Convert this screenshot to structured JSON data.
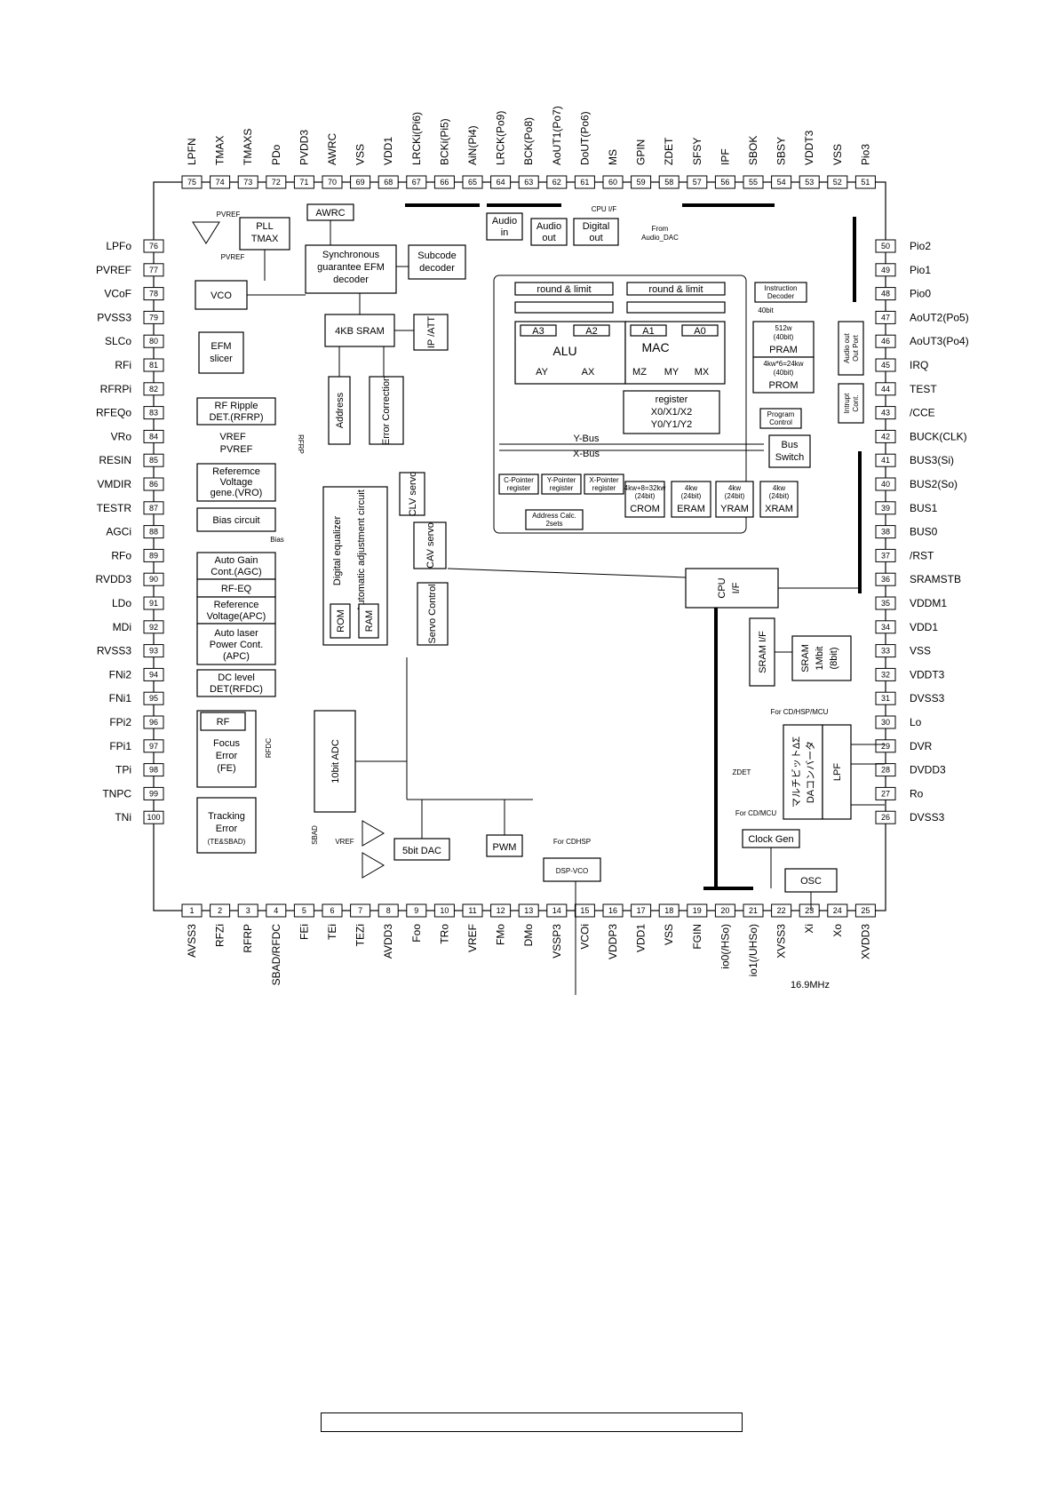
{
  "pins_top": [
    {
      "n": "75",
      "label": "LPFN"
    },
    {
      "n": "74",
      "label": "TMAX"
    },
    {
      "n": "73",
      "label": "TMAXS"
    },
    {
      "n": "72",
      "label": "PDo"
    },
    {
      "n": "71",
      "label": "PVDD3"
    },
    {
      "n": "70",
      "label": "AWRC"
    },
    {
      "n": "69",
      "label": "VSS"
    },
    {
      "n": "68",
      "label": "VDD1"
    },
    {
      "n": "67",
      "label": "LRCKi(Pi6)"
    },
    {
      "n": "66",
      "label": "BCKi(Pi5)"
    },
    {
      "n": "65",
      "label": "AiN(Pi4)"
    },
    {
      "n": "64",
      "label": "LRCK(Po9)"
    },
    {
      "n": "63",
      "label": "BCK(Po8)"
    },
    {
      "n": "62",
      "label": "AoUT1(Po7)"
    },
    {
      "n": "61",
      "label": "DoUT(Po6)"
    },
    {
      "n": "60",
      "label": "MS"
    },
    {
      "n": "59",
      "label": "GPIN"
    },
    {
      "n": "58",
      "label": "ZDET"
    },
    {
      "n": "57",
      "label": "SFSY"
    },
    {
      "n": "56",
      "label": "IPF"
    },
    {
      "n": "55",
      "label": "SBOK"
    },
    {
      "n": "54",
      "label": "SBSY"
    },
    {
      "n": "53",
      "label": "VDDT3"
    },
    {
      "n": "52",
      "label": "VSS"
    },
    {
      "n": "51",
      "label": "Pio3"
    }
  ],
  "pins_bottom": [
    {
      "n": "1",
      "label": "AVSS3"
    },
    {
      "n": "2",
      "label": "RFZi"
    },
    {
      "n": "3",
      "label": "RFRP"
    },
    {
      "n": "4",
      "label": "SBAD/RFDC"
    },
    {
      "n": "5",
      "label": "FEi"
    },
    {
      "n": "6",
      "label": "TEi"
    },
    {
      "n": "7",
      "label": "TEZi"
    },
    {
      "n": "8",
      "label": "AVDD3"
    },
    {
      "n": "9",
      "label": "Foo"
    },
    {
      "n": "10",
      "label": "TRo"
    },
    {
      "n": "11",
      "label": "VREF"
    },
    {
      "n": "12",
      "label": "FMo"
    },
    {
      "n": "13",
      "label": "DMo"
    },
    {
      "n": "14",
      "label": "VSSP3"
    },
    {
      "n": "15",
      "label": "VCOi"
    },
    {
      "n": "16",
      "label": "VDDP3"
    },
    {
      "n": "17",
      "label": "VDD1"
    },
    {
      "n": "18",
      "label": "VSS"
    },
    {
      "n": "19",
      "label": "FGIN"
    },
    {
      "n": "20",
      "label": "io0(/HSo)"
    },
    {
      "n": "21",
      "label": "io1(/UHSo)"
    },
    {
      "n": "22",
      "label": "XVSS3"
    },
    {
      "n": "23",
      "label": "Xi"
    },
    {
      "n": "24",
      "label": "Xo"
    },
    {
      "n": "25",
      "label": "XVDD3"
    }
  ],
  "pins_left": [
    {
      "n": "76",
      "label": "LPFo"
    },
    {
      "n": "77",
      "label": "PVREF"
    },
    {
      "n": "78",
      "label": "VCoF"
    },
    {
      "n": "79",
      "label": "PVSS3"
    },
    {
      "n": "80",
      "label": "SLCo"
    },
    {
      "n": "81",
      "label": "RFi"
    },
    {
      "n": "82",
      "label": "RFRPi"
    },
    {
      "n": "83",
      "label": "RFEQo"
    },
    {
      "n": "84",
      "label": "VRo"
    },
    {
      "n": "85",
      "label": "RESIN"
    },
    {
      "n": "86",
      "label": "VMDIR"
    },
    {
      "n": "87",
      "label": "TESTR"
    },
    {
      "n": "88",
      "label": "AGCi"
    },
    {
      "n": "89",
      "label": "RFo"
    },
    {
      "n": "90",
      "label": "RVDD3"
    },
    {
      "n": "91",
      "label": "LDo"
    },
    {
      "n": "92",
      "label": "MDi"
    },
    {
      "n": "93",
      "label": "RVSS3"
    },
    {
      "n": "94",
      "label": "FNi2"
    },
    {
      "n": "95",
      "label": "FNi1"
    },
    {
      "n": "96",
      "label": "FPi2"
    },
    {
      "n": "97",
      "label": "FPi1"
    },
    {
      "n": "98",
      "label": "TPi"
    },
    {
      "n": "99",
      "label": "TNPC"
    },
    {
      "n": "100",
      "label": "TNi"
    }
  ],
  "pins_right": [
    {
      "n": "50",
      "label": "Pio2"
    },
    {
      "n": "49",
      "label": "Pio1"
    },
    {
      "n": "48",
      "label": "Pio0"
    },
    {
      "n": "47",
      "label": "AoUT2(Po5)"
    },
    {
      "n": "46",
      "label": "AoUT3(Po4)"
    },
    {
      "n": "45",
      "label": "IRQ"
    },
    {
      "n": "44",
      "label": "TEST"
    },
    {
      "n": "43",
      "label": "/CCE"
    },
    {
      "n": "42",
      "label": "BUCK(CLK)"
    },
    {
      "n": "41",
      "label": "BUS3(Si)"
    },
    {
      "n": "40",
      "label": "BUS2(So)"
    },
    {
      "n": "39",
      "label": "BUS1"
    },
    {
      "n": "38",
      "label": "BUS0"
    },
    {
      "n": "37",
      "label": "/RST"
    },
    {
      "n": "36",
      "label": "SRAMSTB"
    },
    {
      "n": "35",
      "label": "VDDM1"
    },
    {
      "n": "34",
      "label": "VDD1"
    },
    {
      "n": "33",
      "label": "VSS"
    },
    {
      "n": "32",
      "label": "VDDT3"
    },
    {
      "n": "31",
      "label": "DVSS3"
    },
    {
      "n": "30",
      "label": "Lo"
    },
    {
      "n": "29",
      "label": "DVR"
    },
    {
      "n": "28",
      "label": "DVDD3"
    },
    {
      "n": "27",
      "label": "Ro"
    },
    {
      "n": "26",
      "label": "DVSS3"
    }
  ],
  "blocks": {
    "pll": [
      "PLL",
      "TMAX"
    ],
    "awrc": "AWRC",
    "vco": "VCO",
    "efm_dec": [
      "Synchronous",
      "guarantee EFM",
      "decoder"
    ],
    "subcode": [
      "Subcode",
      "decoder"
    ],
    "audio_in": [
      "Audio",
      "in"
    ],
    "audio_out": [
      "Audio",
      "out"
    ],
    "digital_out": [
      "Digital",
      "out"
    ],
    "cpu_if_top": "CPU I/F",
    "from_audio_dac": [
      "From",
      "Audio_DAC"
    ],
    "efm_slicer": [
      "EFM",
      "slicer"
    ],
    "sram4kb": "4KB SRAM",
    "ip_att": "IP /ATT",
    "address": "Address",
    "error_corr": "Error Correction",
    "rf_ripple": [
      "RF Ripple",
      "DET.(RFRP)"
    ],
    "ref_vro": [
      "Referemce",
      "Voltage",
      "gene.(VRO)"
    ],
    "bias_circuit": "Bias circuit",
    "bias_lbl": "Bias",
    "vref_lbl": "VREF",
    "pvref_lbl": "PVREF",
    "agc": [
      "Auto Gain",
      "Cont.(AGC)"
    ],
    "rf_eq": "RF-EQ",
    "ref_apc": [
      "Reference",
      "Voltage(APC)"
    ],
    "apc": [
      "Auto laser",
      "Power Cont.",
      "(APC)"
    ],
    "rfdc": [
      "DC level",
      "DET(RFDC)"
    ],
    "rf_small": "RF",
    "focus": [
      "Focus",
      "Error",
      "(FE)"
    ],
    "tracking": [
      "Tracking",
      "Error",
      "(TE&SBAD)"
    ],
    "adc": "10bit ADC",
    "digital_eq": "Digital equalizer",
    "auto_adj": "Automatic adjustment circuit",
    "rom": "ROM",
    "ram": "RAM",
    "clv": "CLV servo",
    "cav": "CAV servo",
    "servo_ctrl": "Servo Control",
    "dac5": "5bit DAC",
    "pwm": "PWM",
    "dsp_vco": "DSP-VCO",
    "for_cdhsp": "For CDHSP",
    "round1": "round & limit",
    "round2": "round & limit",
    "a3": "A3",
    "a2": "A2",
    "a1": "A1",
    "a0": "A0",
    "alu": "ALU",
    "ay": "AY",
    "ax": "AX",
    "mac": "MAC",
    "mz": "MZ",
    "my": "MY",
    "mx": "MX",
    "register": [
      "register",
      "X0/X1/X2",
      "Y0/Y1/Y2"
    ],
    "instr_dec": [
      "Instruction",
      "Decoder"
    ],
    "bit40": "40bit",
    "pram": [
      "512w",
      "(40bit)",
      "PRAM"
    ],
    "prom": [
      "4kw*6=24kw",
      "(40bit)",
      "PROM"
    ],
    "prog_ctrl": [
      "Program",
      "Control"
    ],
    "audio_out_port": [
      "Audio out",
      "Out Port"
    ],
    "intrupt": [
      "Intrupt",
      "Cont."
    ],
    "ybus": "Y-Bus",
    "xbus": "X-Bus",
    "bus_switch": [
      "Bus",
      "Switch"
    ],
    "cptr": [
      "C-Pointer",
      "register"
    ],
    "yptr": [
      "Y-Pointer",
      "register"
    ],
    "xptr": [
      "X-Pointer",
      "register"
    ],
    "addr_calc": [
      "Address Calc.",
      "2sets"
    ],
    "crom": [
      "4kw+8=32kw",
      "(24bit)",
      "CROM"
    ],
    "eram": [
      "4kw",
      "(24bit)",
      "ERAM"
    ],
    "yram": [
      "4kw",
      "(24bit)",
      "YRAM"
    ],
    "xram": [
      "4kw",
      "(24bit)",
      "XRAM"
    ],
    "cpu_if": [
      "CPU",
      "I/F"
    ],
    "sram_if": "SRAM I/F",
    "sram": [
      "SRAM",
      "1Mbit",
      "(8bit)"
    ],
    "for_cd_hsp_mcu": "For CD/HSP/MCU",
    "multibit": [
      "マルチビットΔΣ",
      "DAコンバータ"
    ],
    "lpf": "LPF",
    "zdet": "ZDET",
    "for_cd_mcu": "For CD/MCU",
    "clock_gen": "Clock Gen",
    "osc": "OSC",
    "xtal": "16.9MHz",
    "rfrp_vert": "RFRP",
    "rfdc_vert": "RFDC",
    "sbad_vert": "SBAD",
    "vref_adc": "VREF"
  }
}
